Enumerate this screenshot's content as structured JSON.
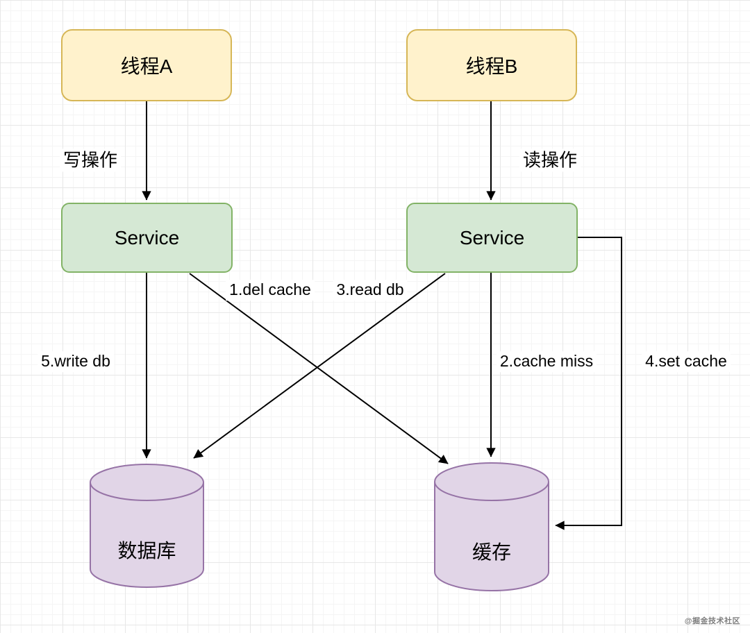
{
  "diagram": {
    "nodes": {
      "thread_a": {
        "label": "线程A",
        "shape": "rounded-rect",
        "fill": "#FFF2CC",
        "border": "#D6B656"
      },
      "thread_b": {
        "label": "线程B",
        "shape": "rounded-rect",
        "fill": "#FFF2CC",
        "border": "#D6B656"
      },
      "service_a": {
        "label": "Service",
        "shape": "rounded-rect",
        "fill": "#D5E8D4",
        "border": "#82B366"
      },
      "service_b": {
        "label": "Service",
        "shape": "rounded-rect",
        "fill": "#D5E8D4",
        "border": "#82B366"
      },
      "database": {
        "label": "数据库",
        "shape": "cylinder",
        "fill": "#E1D5E7",
        "border": "#9673A6"
      },
      "cache": {
        "label": "缓存",
        "shape": "cylinder",
        "fill": "#E1D5E7",
        "border": "#9673A6"
      }
    },
    "edges": [
      {
        "from": "thread_a",
        "to": "service_a",
        "label": "写操作"
      },
      {
        "from": "thread_b",
        "to": "service_b",
        "label": "读操作"
      },
      {
        "from": "service_a",
        "to": "cache",
        "label": "1.del cache"
      },
      {
        "from": "service_b",
        "to": "cache",
        "label": "2.cache miss"
      },
      {
        "from": "service_b",
        "to": "database",
        "label": "3.read db"
      },
      {
        "from": "service_b",
        "to": "cache",
        "label": "4.set cache"
      },
      {
        "from": "service_a",
        "to": "database",
        "label": "5.write db"
      }
    ],
    "colors": {
      "arrow": "#000000",
      "store_fill": "#E1D5E7",
      "store_border": "#9673A6"
    },
    "watermark": "@掘金技术社区"
  }
}
